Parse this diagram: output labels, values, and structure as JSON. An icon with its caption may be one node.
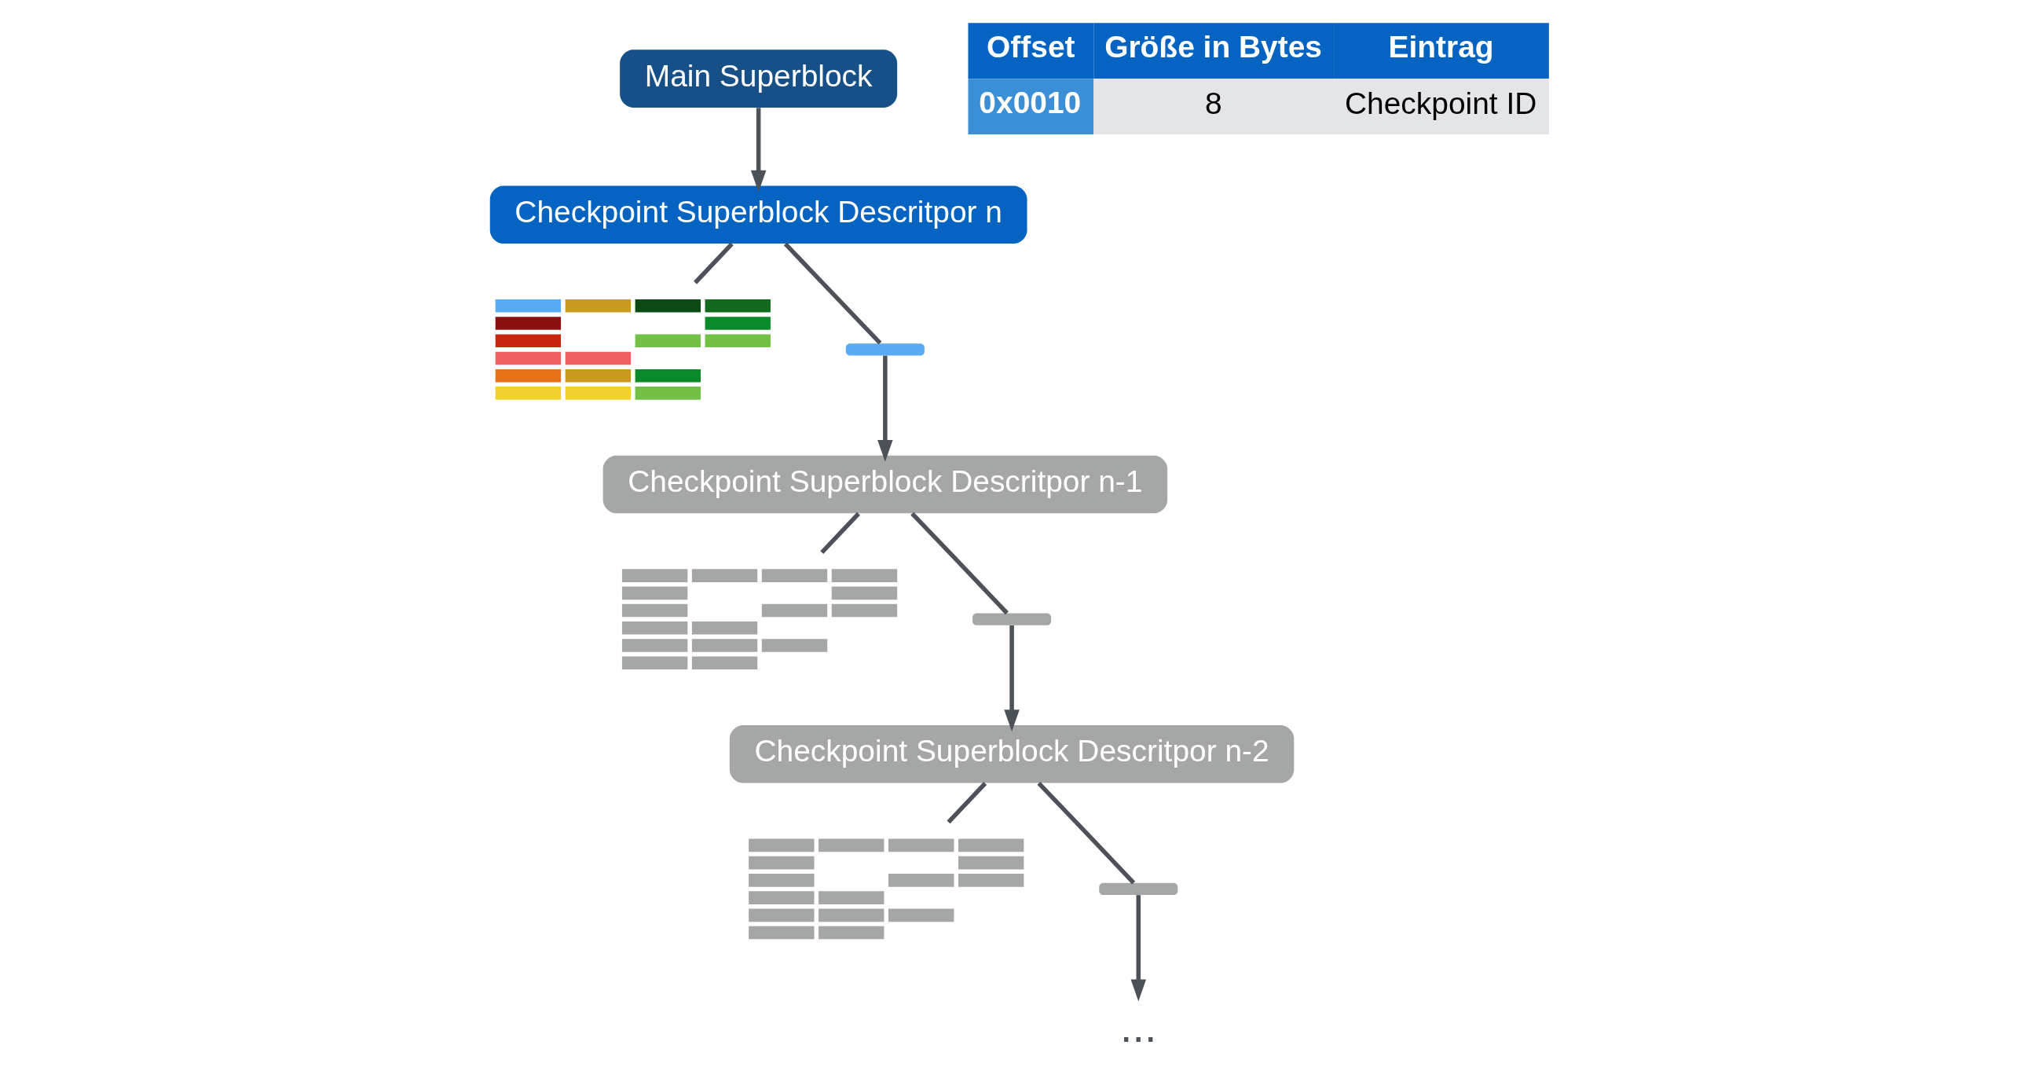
{
  "diagram": {
    "nodes": [
      {
        "text": [
          "Main Superblock"
        ]
      },
      {
        "text": [
          "Checkpoint Superblock Descritpor n"
        ]
      },
      {
        "text": [],
        "shape": "picture"
      },
      {
        "text": [],
        "shape": "bar"
      },
      {
        "text": [
          "Checkpoint Superblock Descritpor n-1"
        ]
      },
      {
        "text": [],
        "shape": "picture"
      },
      {
        "text": [],
        "shape": "bar"
      },
      {
        "text": [
          "Checkpoint Superblock Descritpor n-2"
        ]
      },
      {
        "text": [],
        "shape": "picture"
      },
      {
        "text": [],
        "shape": "bar"
      },
      {
        "text": [
          "..."
        ]
      }
    ],
    "edges": [
      {
        "from": 0,
        "to": 1,
        "arrow": "to"
      },
      {
        "from": 1,
        "to": 2,
        "arrow": "none"
      },
      {
        "from": 1,
        "to": 3,
        "arrow": "none"
      },
      {
        "from": 3,
        "to": 4,
        "arrow": "to"
      },
      {
        "from": 4,
        "to": 5,
        "arrow": "none"
      },
      {
        "from": 4,
        "to": 6,
        "arrow": "none"
      },
      {
        "from": 6,
        "to": 7,
        "arrow": "to"
      },
      {
        "from": 7,
        "to": 8,
        "arrow": "none"
      },
      {
        "from": 7,
        "to": 9,
        "arrow": "none"
      },
      {
        "from": 9,
        "to": 10,
        "arrow": "to"
      }
    ],
    "labels": [
      "Offset",
      "Größe in Bytes",
      "Eintrag",
      "0x0010",
      "8",
      "Checkpoint ID"
    ]
  }
}
